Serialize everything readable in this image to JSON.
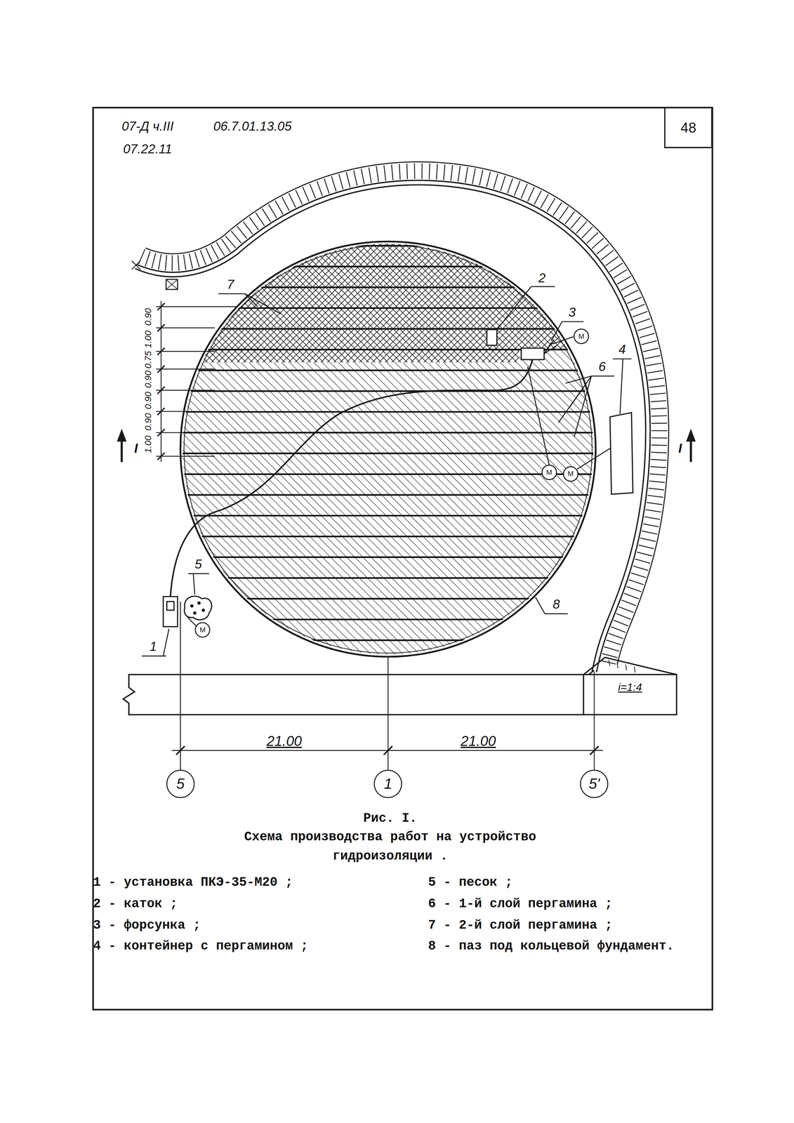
{
  "diagram": {
    "title": "Рис. I.",
    "caption": "Схема производства работ на устройство гидроизоляции .",
    "nodes": [
      {
        "text": [
          "48"
        ]
      },
      {
        "text": [
          "М"
        ]
      },
      {
        "text": [
          "М"
        ]
      },
      {
        "text": [
          "М"
        ]
      },
      {
        "text": [
          "М"
        ]
      },
      {
        "text": [
          "5"
        ]
      },
      {
        "text": [
          "1"
        ]
      },
      {
        "text": [
          "5'"
        ]
      }
    ],
    "labels": [
      "07-Д ч.III",
      "06.7.01.13.05",
      "07.22.11",
      "0.90",
      "1.00",
      "0.75",
      "0.90",
      "0.90",
      "0.90",
      "1.00",
      "7",
      "2",
      "3",
      "6",
      "4",
      "I",
      "I",
      "5",
      "1",
      "8",
      "i=1:4",
      "21.00",
      "21.00",
      "1 - установка ПКЭ-35-М20 ;",
      "2 - каток ;",
      "3 - форсунка ;",
      "4 - контейнер с пергамином ;",
      "5 - песок ;",
      "6 - 1-й слой пергамина ;",
      "7 - 2-й слой пергамина ;",
      "8 - паз под кольцевой фундамент."
    ]
  }
}
